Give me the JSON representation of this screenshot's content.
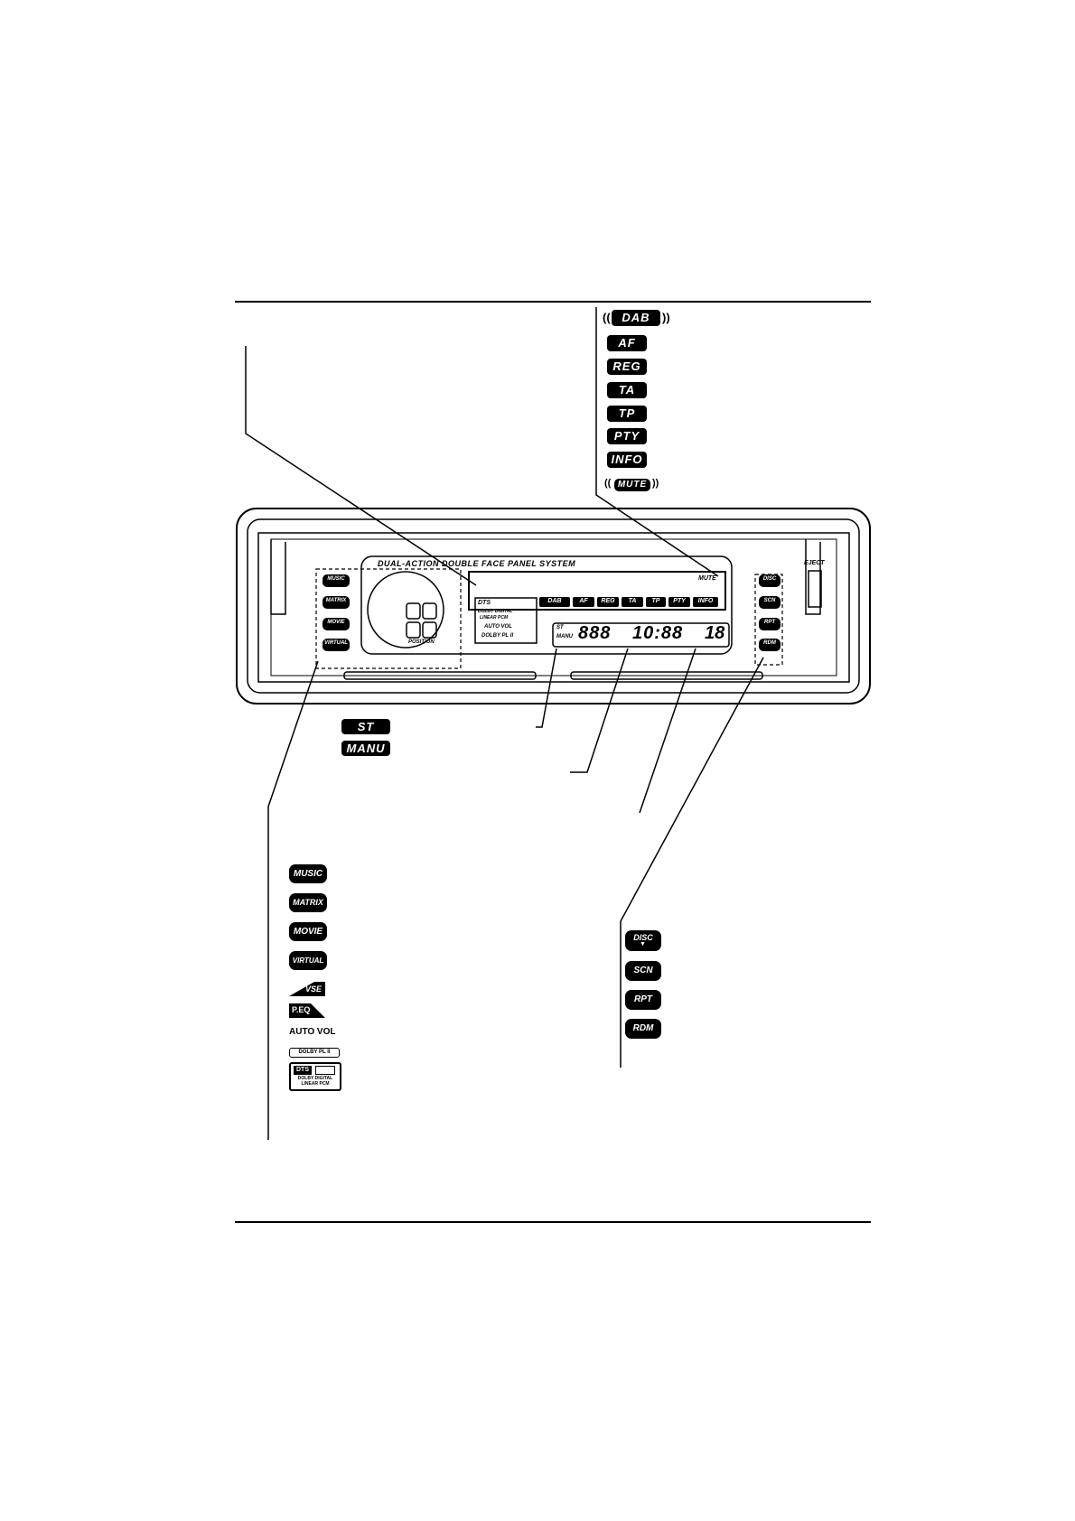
{
  "rds_indicators": [
    "DAB",
    "AF",
    "REG",
    "TA",
    "TP",
    "PTY",
    "INFO",
    "MUTE"
  ],
  "tuner_indicators": [
    "ST",
    "MANU"
  ],
  "sound_indicators": [
    "MUSIC",
    "MATRIX",
    "MOVIE",
    "VIRTUAL",
    "VSE",
    "P.EQ",
    "AUTO VOL",
    "DOLBY PL II"
  ],
  "format_box": {
    "dts": "DTS",
    "dolby": "DOLBY DIGITAL",
    "pcm": "LINEAR PCM"
  },
  "cd_indicators": [
    "DISC",
    "SCN",
    "RPT",
    "RDM"
  ],
  "panel": {
    "title": "DUAL-ACTION DOUBLE FACE PANEL SYSTEM",
    "eject": "EJECT",
    "mute": "MUTE",
    "position": "POSITION",
    "left_buttons": [
      "MUSIC",
      "MATRIX",
      "MOVIE",
      "VIRTUAL"
    ],
    "right_buttons": [
      "DISC",
      "SCN",
      "RPT",
      "RDM"
    ],
    "rds_row": [
      "DAB",
      "AF",
      "REG",
      "TA",
      "TP",
      "PTY",
      "INFO"
    ],
    "format_lines": [
      "DTS",
      "DOLBY DIGITAL",
      "LINEAR PCM",
      "AUTO VOL",
      "DOLBY PL II"
    ],
    "lcd_small": [
      "ST",
      "MANU"
    ],
    "lcd_digits_a": "888",
    "lcd_digits_b": "10:88",
    "lcd_digits_c": "18"
  },
  "colors": {
    "ink": "#000000",
    "paper": "#ffffff"
  }
}
